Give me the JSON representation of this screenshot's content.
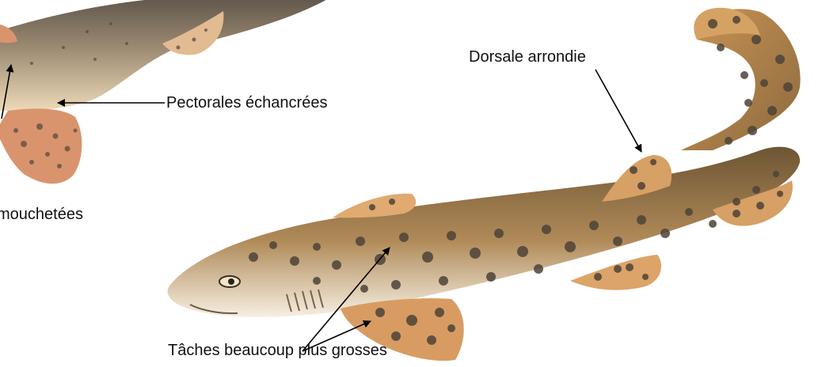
{
  "labels": {
    "pectorales": "Pectorales échancrées",
    "dorsale": "Dorsale arrondie",
    "taches": "Tâches beaucoup plus grosses",
    "mouchetees": "mouchetées"
  },
  "colors": {
    "arrow": "#000000",
    "fish_left_back": "#7c6e5c",
    "fish_left_belly": "#e9d3b0",
    "fish_left_fin": "#d8906e",
    "fish_right_back": "#8a6a42",
    "fish_right_belly": "#f4ecdc",
    "fish_right_fin": "#d9a264",
    "spot": "#4e4338"
  }
}
